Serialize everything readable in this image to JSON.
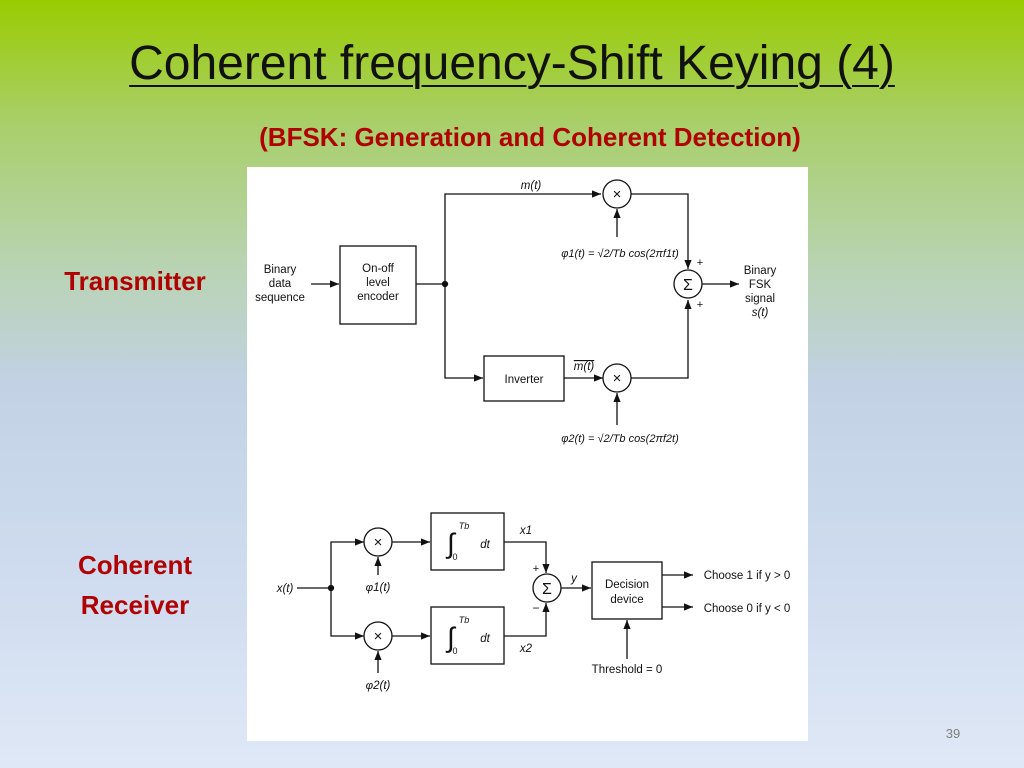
{
  "slide": {
    "title": "Coherent frequency-Shift Keying (4)",
    "subtitle": "(BFSK: Generation and Coherent Detection)",
    "transmitter_label": "Transmitter",
    "receiver_label_line1": "Coherent",
    "receiver_label_line2": "Receiver",
    "slide_number": "39"
  },
  "transmitter": {
    "input_l1": "Binary",
    "input_l2": "data",
    "input_l3": "sequence",
    "encoder_l1": "On-off",
    "encoder_l2": "level",
    "encoder_l3": "encoder",
    "mt": "m(t)",
    "mbar": "m(t)",
    "inverter": "Inverter",
    "mult": "×",
    "sum": "Σ",
    "plus": "+",
    "phi1": "φ1(t) = √2/Tb cos(2πf1t)",
    "phi2": "φ2(t) = √2/Tb cos(2πf2t)",
    "out_l1": "Binary",
    "out_l2": "FSK",
    "out_l3": "signal",
    "out_l4": "s(t)"
  },
  "receiver": {
    "input": "x(t)",
    "phi1": "φ1(t)",
    "phi2": "φ2(t)",
    "mult": "×",
    "integral": "∫",
    "upper_limit": "Tb",
    "lower_limit": "0",
    "dt": "dt",
    "x1": "x1",
    "x2": "x2",
    "sum": "Σ",
    "plus": "+",
    "minus": "−",
    "y": "y",
    "decision_l1": "Decision",
    "decision_l2": "device",
    "choose1": "Choose 1 if y > 0",
    "choose0": "Choose 0 if y < 0",
    "threshold": "Threshold = 0"
  }
}
